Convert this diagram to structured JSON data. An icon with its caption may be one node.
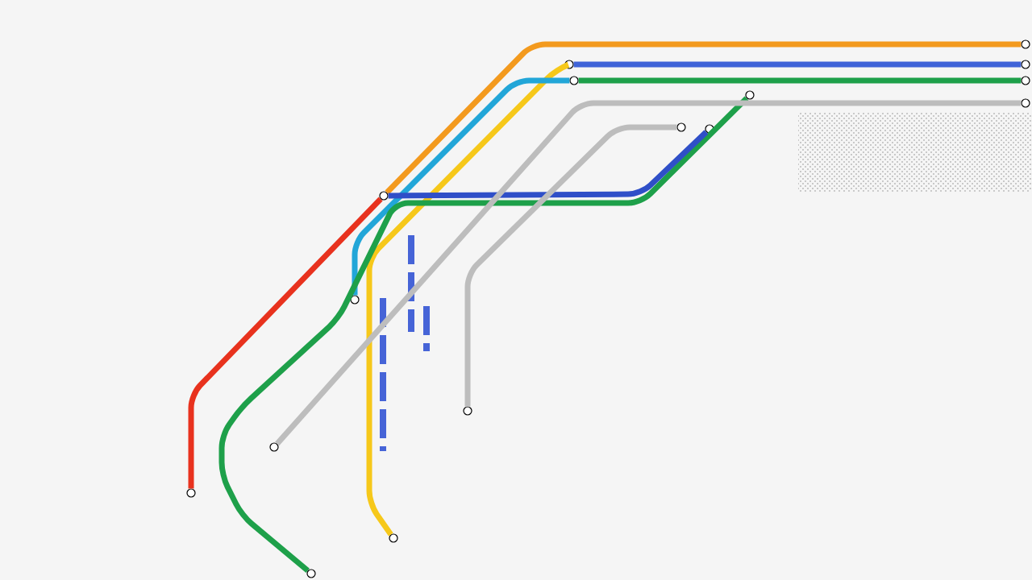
{
  "diagram": {
    "nodes": [
      {
        "text": [],
        "shape": "circle"
      },
      {
        "text": [],
        "shape": "circle"
      },
      {
        "text": [],
        "shape": "circle"
      },
      {
        "text": [],
        "shape": "circle"
      },
      {
        "text": [],
        "shape": "circle"
      },
      {
        "text": [],
        "shape": "circle"
      },
      {
        "text": [],
        "shape": "circle"
      },
      {
        "text": [],
        "shape": "circle"
      },
      {
        "text": [],
        "shape": "circle"
      },
      {
        "text": [],
        "shape": "circle"
      },
      {
        "text": [],
        "shape": "circle"
      },
      {
        "text": [],
        "shape": "circle"
      },
      {
        "text": [],
        "shape": "circle"
      },
      {
        "text": [],
        "shape": "circle"
      },
      {
        "text": [],
        "shape": "circle"
      },
      {
        "text": [],
        "shape": "circle"
      }
    ],
    "edges": [
      {
        "from": 0,
        "to": 4,
        "arrow": "none",
        "color": "#e8321e"
      },
      {
        "from": 4,
        "to": 12,
        "arrow": "none",
        "color": "#f39a1e"
      },
      {
        "from": 5,
        "to": 7,
        "arrow": "none",
        "color": "#f6c81a"
      },
      {
        "from": 7,
        "to": 13,
        "arrow": "none",
        "color": "#3f63d8"
      },
      {
        "from": 3,
        "to": 8,
        "arrow": "none",
        "color": "#22a6d8"
      },
      {
        "from": 8,
        "to": 14,
        "arrow": "none",
        "color": "#1ea04a"
      },
      {
        "from": 2,
        "to": 11,
        "arrow": "none",
        "color": "#1ea04a"
      },
      {
        "from": 4,
        "to": 10,
        "arrow": "none",
        "color": "#2f4fc8"
      },
      {
        "from": 1,
        "to": 15,
        "arrow": "none",
        "color": "#bdbdbd"
      },
      {
        "from": 6,
        "to": 9,
        "arrow": "none",
        "color": "#bdbdbd"
      }
    ]
  }
}
